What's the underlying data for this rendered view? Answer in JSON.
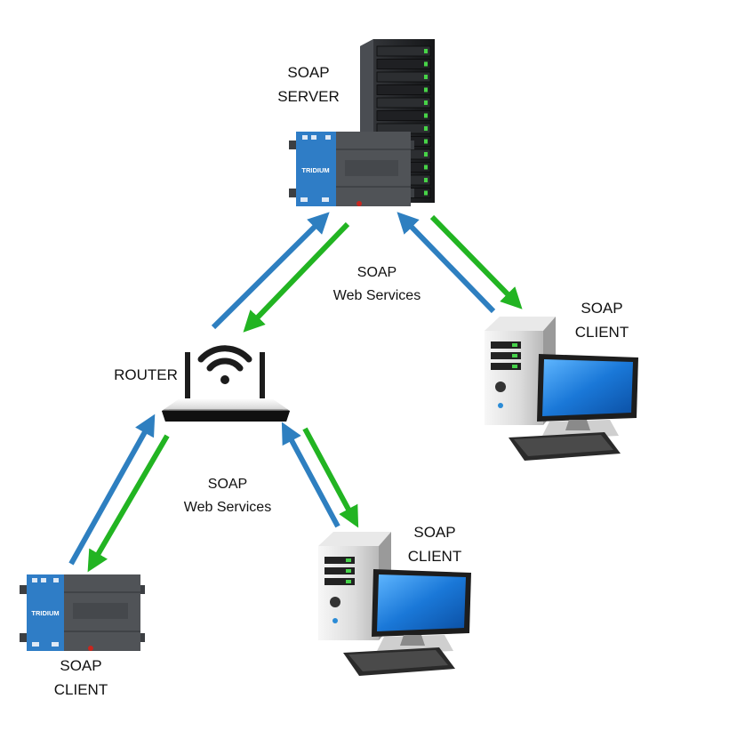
{
  "nodes": {
    "server": {
      "line1": "SOAP",
      "line2": "SERVER"
    },
    "router": {
      "label": "ROUTER"
    },
    "client_right": {
      "line1": "SOAP",
      "line2": "CLIENT"
    },
    "client_bottom_mid": {
      "line1": "SOAP",
      "line2": "CLIENT"
    },
    "client_bottom_left": {
      "line1": "SOAP",
      "line2": "CLIENT"
    }
  },
  "links": {
    "upper": {
      "line1": "SOAP",
      "line2": "Web Services"
    },
    "lower": {
      "line1": "SOAP",
      "line2": "Web Services"
    }
  },
  "device_branding": {
    "controller_brand": "TRIDIUM"
  },
  "colors": {
    "request_arrow": "#2e7fc0",
    "response_arrow": "#22b422",
    "controller_blue": "#2f7dc6",
    "controller_grey": "#505357",
    "monitor_screen": "#1a78d8"
  },
  "icons": [
    "rack-server-icon",
    "jace-controller-icon",
    "wifi-router-icon",
    "desktop-computer-icon"
  ]
}
